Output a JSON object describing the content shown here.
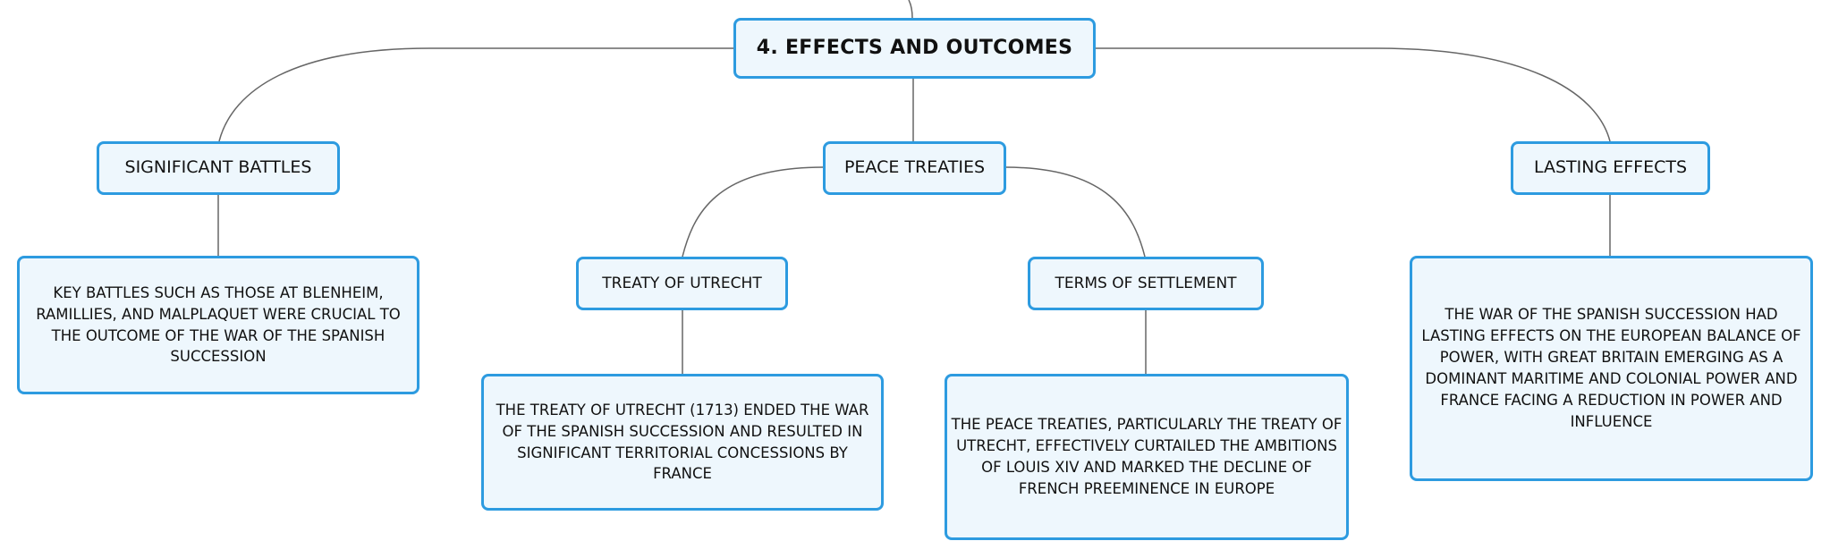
{
  "root": {
    "label": "4. EFFECTS AND OUTCOMES"
  },
  "branches": {
    "battles": {
      "label": "SIGNIFICANT BATTLES",
      "detail": "KEY BATTLES SUCH AS THOSE AT BLENHEIM, RAMILLIES, AND MALPLAQUET WERE CRUCIAL TO THE OUTCOME OF THE WAR OF THE SPANISH SUCCESSION"
    },
    "treaties": {
      "label": "PEACE TREATIES",
      "utrecht": {
        "label": "TREATY OF UTRECHT",
        "detail": "THE TREATY OF UTRECHT (1713) ENDED THE WAR OF THE SPANISH SUCCESSION AND RESULTED IN SIGNIFICANT TERRITORIAL CONCESSIONS BY FRANCE"
      },
      "settlement": {
        "label": "TERMS OF SETTLEMENT",
        "detail": "THE PEACE TREATIES, PARTICULARLY THE TREATY OF UTRECHT, EFFECTIVELY CURTAILED THE AMBITIONS OF LOUIS XIV AND MARKED THE DECLINE OF FRENCH PREEMINENCE IN EUROPE"
      }
    },
    "lasting": {
      "label": "LASTING EFFECTS",
      "detail": "THE WAR OF THE SPANISH SUCCESSION HAD LASTING EFFECTS ON THE EUROPEAN BALANCE OF POWER, WITH GREAT BRITAIN EMERGING AS A DOMINANT MARITIME AND COLONIAL POWER AND FRANCE FACING A REDUCTION IN POWER AND INFLUENCE"
    }
  },
  "colors": {
    "node_border": "#2d9be0",
    "node_fill": "#eef7fd",
    "connector": "#666666",
    "text": "#111111"
  }
}
